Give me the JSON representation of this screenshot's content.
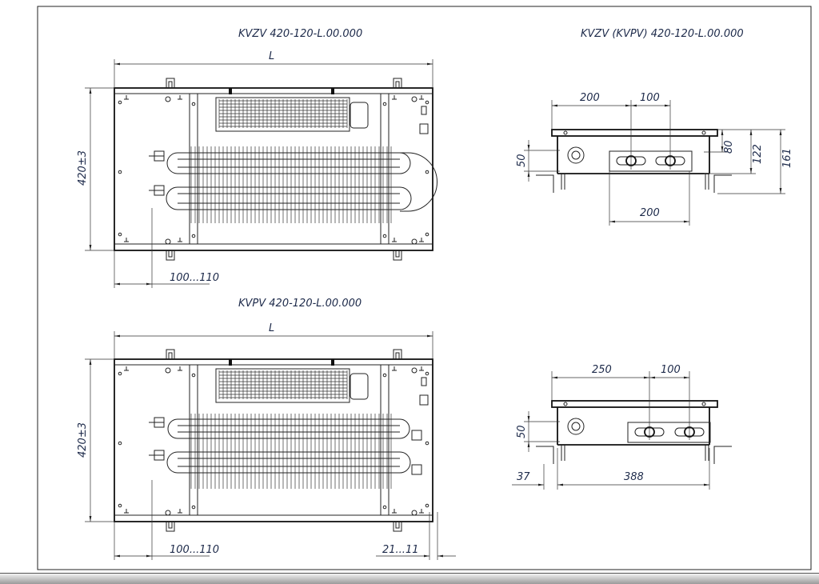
{
  "titles": {
    "top_plan": "KVZV 420-120-L.00.000",
    "top_side": "KVZV (KVPV) 420-120-L.00.000",
    "bottom_plan": "KVPV 420-120-L.00.000"
  },
  "top_plan": {
    "length_label": "L",
    "height_label": "420±3",
    "offset_label": "100...110"
  },
  "bottom_plan": {
    "length_label": "L",
    "height_label": "420±3",
    "offset_label": "100...110",
    "right_offset_label": "21...11"
  },
  "top_side": {
    "dim_left": "200",
    "dim_between": "100",
    "dim_bottom": "200",
    "dim_50": "50",
    "dim_80": "80",
    "dim_122": "122",
    "dim_161": "161"
  },
  "bottom_side": {
    "dim_left": "250",
    "dim_between": "100",
    "dim_50": "50",
    "dim_37": "37",
    "dim_388": "388"
  }
}
